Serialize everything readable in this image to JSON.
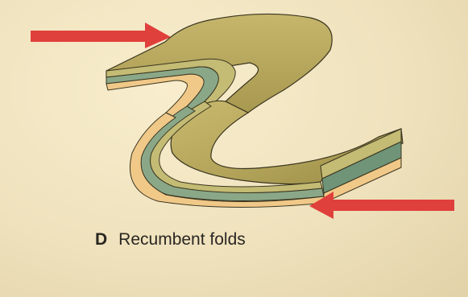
{
  "figure": {
    "panel_letter": "D",
    "caption": "Recumbent folds",
    "colors": {
      "background": "#f2e7c5",
      "arrow": "#e0403c",
      "top_surface": "#b4a55c",
      "layer_top": "#b8b06c",
      "layer_middle": "#8aa888",
      "layer_bottom": "#f0c888",
      "outline": "#3a3520"
    },
    "arrows": [
      {
        "name": "compression-arrow-left",
        "direction": "right"
      },
      {
        "name": "compression-arrow-right",
        "direction": "left"
      }
    ]
  }
}
